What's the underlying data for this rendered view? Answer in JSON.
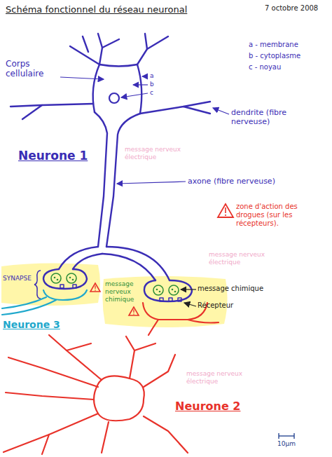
{
  "diagram": {
    "title": "Schéma fonctionnel du réseau neuronal",
    "labels": [
      "7 octobre 2008",
      "a - membrane",
      "b - cytoplasme",
      "c - noyau",
      "Corps cellulaire",
      "a",
      "b",
      "c",
      "dendrite (fibre nerveuse)",
      "Neurone 1",
      "message nerveux électrique",
      "axone (fibre nerveuse)",
      "zone d'action des drogues (sur les récepteurs).",
      "message nerveux électrique",
      "SYNAPSE",
      "message nerveux chimique",
      "message chimique",
      "Récepteur",
      "Neurone 3",
      "message nerveux électrique",
      "Neurone 2",
      "10µm"
    ]
  }
}
